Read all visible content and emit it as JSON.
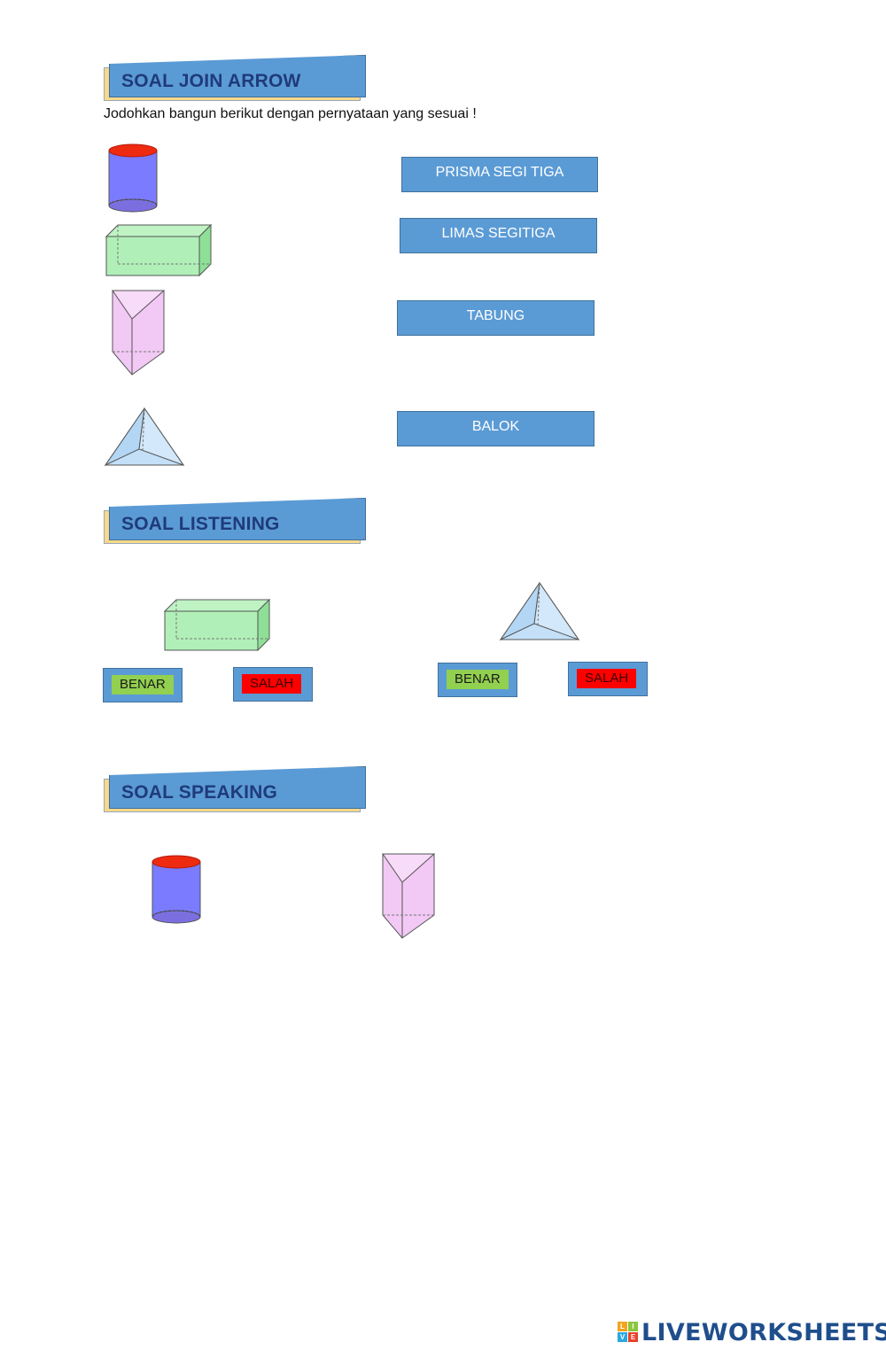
{
  "sections": {
    "join_arrow": {
      "title": "SOAL JOIN ARROW",
      "instruction": "Jodohkan bangun berikut dengan pernyataan yang sesuai !",
      "answers": [
        "PRISMA SEGI TIGA",
        "LIMAS SEGITIGA",
        "TABUNG",
        "BALOK"
      ],
      "shapes": [
        "cylinder",
        "cuboid",
        "triangular-prism",
        "triangular-pyramid"
      ]
    },
    "listening": {
      "title": "SOAL LISTENING",
      "items": [
        {
          "shape": "cuboid",
          "true_label": "BENAR",
          "false_label": "SALAH"
        },
        {
          "shape": "triangular-pyramid",
          "true_label": "BENAR",
          "false_label": "SALAH"
        }
      ]
    },
    "speaking": {
      "title": "SOAL SPEAKING",
      "shapes": [
        "cylinder",
        "triangular-prism"
      ]
    }
  },
  "branding": {
    "logo_text": "LIVEWORKSHEETS"
  },
  "colors": {
    "banner_blue": "#5b9bd5",
    "banner_shadow": "#f6d98a",
    "title_text": "#1f3b7a",
    "benar_green": "#92d050",
    "salah_red": "#ff0000"
  }
}
